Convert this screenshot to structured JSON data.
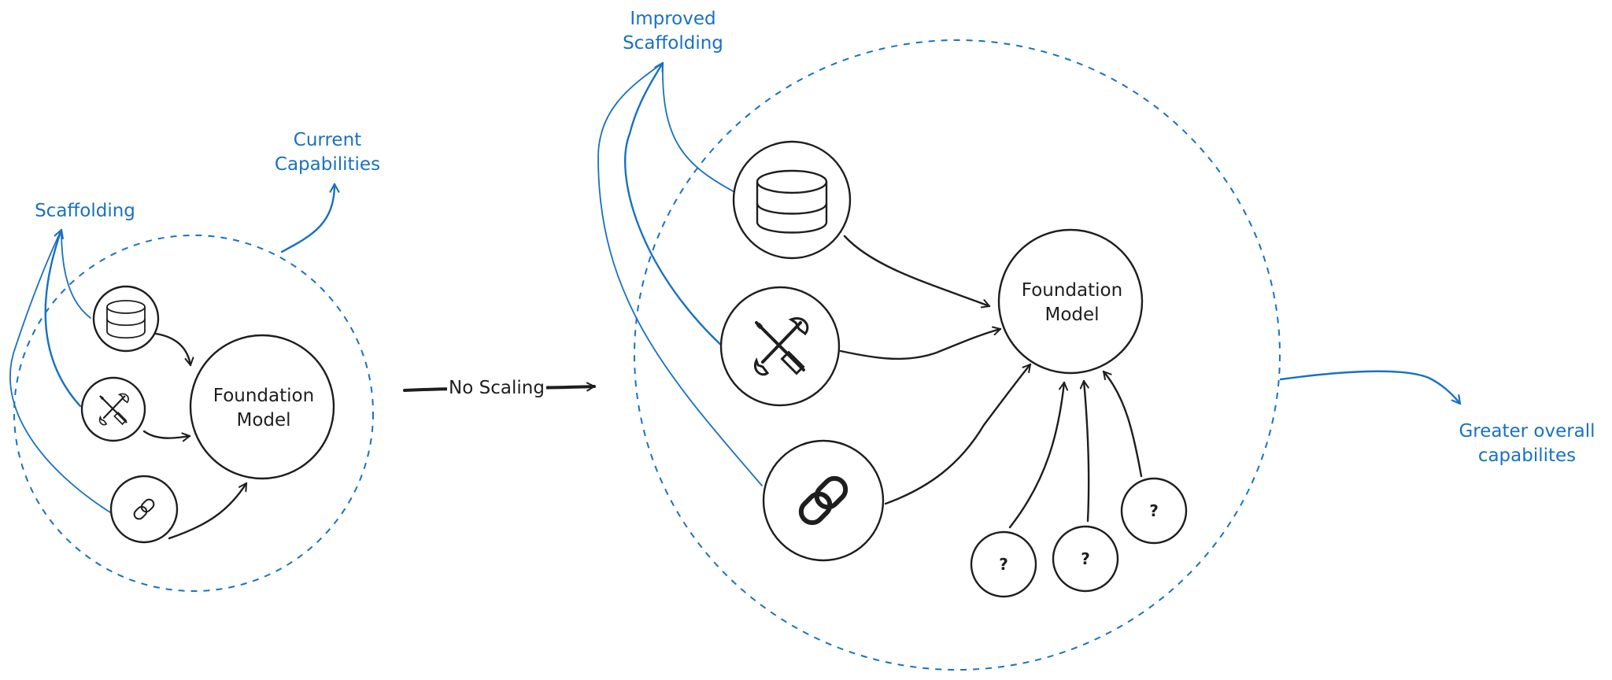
{
  "left": {
    "scaffolding_label": "Scaffolding",
    "current_capabilities_label": [
      "Current",
      "Capabilities"
    ],
    "foundation_model_label": [
      "Foundation",
      "Model"
    ]
  },
  "transition": {
    "label": "No Scaling"
  },
  "right": {
    "improved_scaffolding_label": [
      "Improved",
      "Scaffolding"
    ],
    "foundation_model_label": [
      "Foundation",
      "Model"
    ],
    "unknown_tool_label": "?",
    "greater_capabilities_label": [
      "Greater overall",
      "capabilites"
    ]
  },
  "colors": {
    "accent": "#1971c2",
    "ink": "#1e1e1e",
    "background": "#ffffff"
  },
  "icons": [
    "database-icon",
    "tools-icon",
    "link-icon"
  ]
}
